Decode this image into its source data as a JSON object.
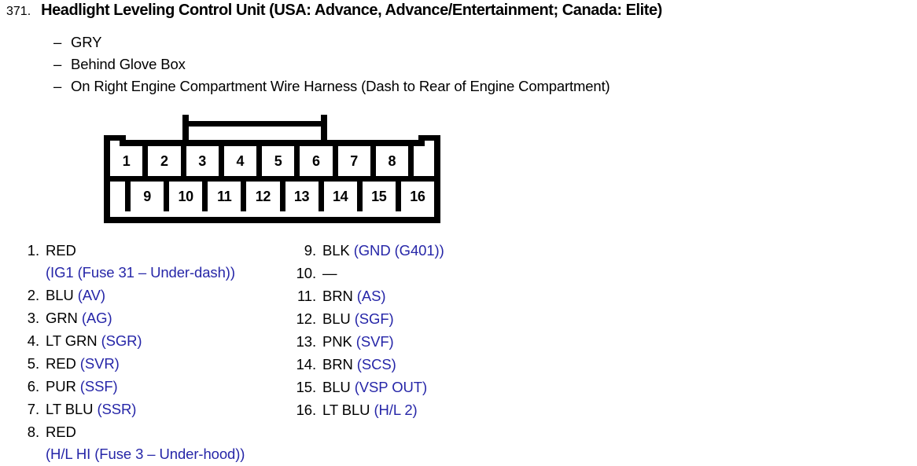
{
  "header": {
    "number": "371.",
    "title": "Headlight Leveling Control Unit (USA: Advance, Advance/Entertainment; Canada: Elite)",
    "dash": "–",
    "notes": [
      "GRY",
      "Behind Glove Box",
      "On Right Engine Compartment Wire Harness (Dash to Rear of Engine Compartment)"
    ]
  },
  "connector": {
    "top_row": [
      "1",
      "2",
      "3",
      "4",
      "5",
      "6",
      "7",
      "8"
    ],
    "bottom_row": [
      "9",
      "10",
      "11",
      "12",
      "13",
      "14",
      "15",
      "16"
    ]
  },
  "pins_left": [
    {
      "num": "1.",
      "color": "RED",
      "signal": "(IG1 (Fuse 31 – Under-dash))",
      "wrapped": true
    },
    {
      "num": "2.",
      "color": "BLU",
      "signal": "(AV)",
      "wrapped": false
    },
    {
      "num": "3.",
      "color": "GRN",
      "signal": "(AG)",
      "wrapped": false
    },
    {
      "num": "4.",
      "color": "LT GRN",
      "signal": "(SGR)",
      "wrapped": false
    },
    {
      "num": "5.",
      "color": "RED",
      "signal": "(SVR)",
      "wrapped": false
    },
    {
      "num": "6.",
      "color": "PUR",
      "signal": "(SSF)",
      "wrapped": false
    },
    {
      "num": "7.",
      "color": "LT BLU",
      "signal": "(SSR)",
      "wrapped": false
    },
    {
      "num": "8.",
      "color": "RED",
      "signal": "(H/L HI (Fuse 3 – Under-hood))",
      "wrapped": true
    }
  ],
  "pins_right": [
    {
      "num": "9.",
      "color": "BLK",
      "signal": "(GND (G401))",
      "wrapped": false
    },
    {
      "num": "10.",
      "color": "—",
      "signal": "",
      "wrapped": false
    },
    {
      "num": "11.",
      "color": "BRN",
      "signal": "(AS)",
      "wrapped": false
    },
    {
      "num": "12.",
      "color": "BLU",
      "signal": "(SGF)",
      "wrapped": false
    },
    {
      "num": "13.",
      "color": "PNK",
      "signal": "(SVF)",
      "wrapped": false
    },
    {
      "num": "14.",
      "color": "BRN",
      "signal": "(SCS)",
      "wrapped": false
    },
    {
      "num": "15.",
      "color": "BLU",
      "signal": "(VSP OUT)",
      "wrapped": false
    },
    {
      "num": "16.",
      "color": "LT BLU",
      "signal": "(H/L 2)",
      "wrapped": false
    }
  ],
  "colors": {
    "signal_blue": "#2626a8",
    "ink": "#000000",
    "page": "#ffffff"
  }
}
